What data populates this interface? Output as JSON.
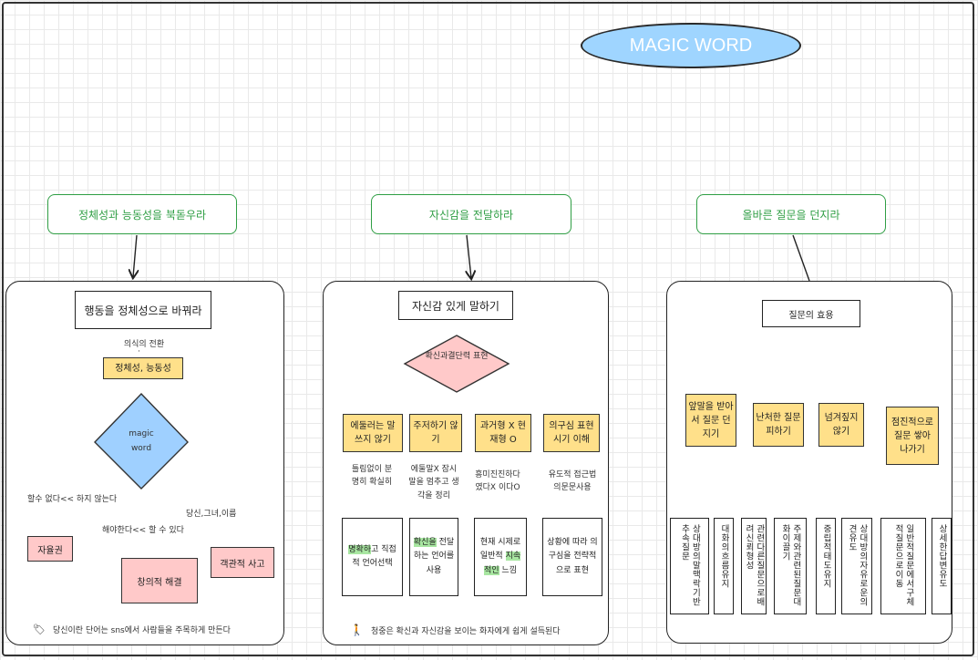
{
  "title": "MAGIC WORD",
  "sections": [
    {
      "heading": "정체성과 능동성을 북돋우라",
      "main_box": "행동을 정체성으로 바꿔라",
      "note_top": "의식의 전환",
      "yellow": "정체성, 능동성",
      "diamond": [
        "magic",
        "word"
      ],
      "labels": [
        "할수 없다<< 하지 않는다",
        "해야한다<< 할 수 있다",
        "당신,그녀,이름"
      ],
      "pink": [
        "자율권",
        "창의적 해결",
        "객관적 사고"
      ],
      "footer": "당신이란 단어는 sns에서 사람들을 주목하게 만든다"
    },
    {
      "heading": "자신감을 전달하라",
      "main_box": "자신감 있게 말하기",
      "diamond": "확신과결단력 표현",
      "yellow": [
        "에둘러는 말 쓰지 않기",
        "주저하기 않기",
        "과거형 X 현재형 O",
        "의구심 표현 시기 이해"
      ],
      "mid": [
        "틀림없이 분명히 확실히",
        "에둘말X 잠시 말을 멈추고 생각을 정리",
        "흥미진진하다 였다X 이다O",
        "유도적 접근법 의문문사용"
      ],
      "bottom": [
        {
          "pre": "",
          "hl": "명확하",
          "post": "고 직접적 언어선택"
        },
        {
          "pre": "",
          "hl": "확신을",
          "post": "전달하는 언어를 사용"
        },
        {
          "pre": "현재 시제로 일반적 ",
          "hl": "지속적인",
          "post": " 느낌"
        },
        {
          "pre": "상황에 따라 의구심을 전략적으로 표현",
          "hl": "",
          "post": ""
        }
      ],
      "footer": "청중은 확신과 자신감을 보이는 화자에게 쉽게 설득된다"
    },
    {
      "heading": "올바른 질문을 던지라",
      "main_box": "질문의 효용",
      "yellow": [
        "앞말을 받아서 질문 던지기",
        "난처한 질문 피하기",
        "넘겨짚지 않기",
        "점진적으로 질문 쌓아 나가기"
      ],
      "columns": [
        "상대방의말맥락기반추속질문",
        "대화의흐름유지",
        "관련다른질문으로배려신뢰형성",
        "주제와관련된질문대화이끌기",
        "중립적태도유지",
        "상대방의자유로운의견유도",
        "일반적질문에서구체적질문으로이동",
        "상세한답변유도"
      ]
    }
  ]
}
